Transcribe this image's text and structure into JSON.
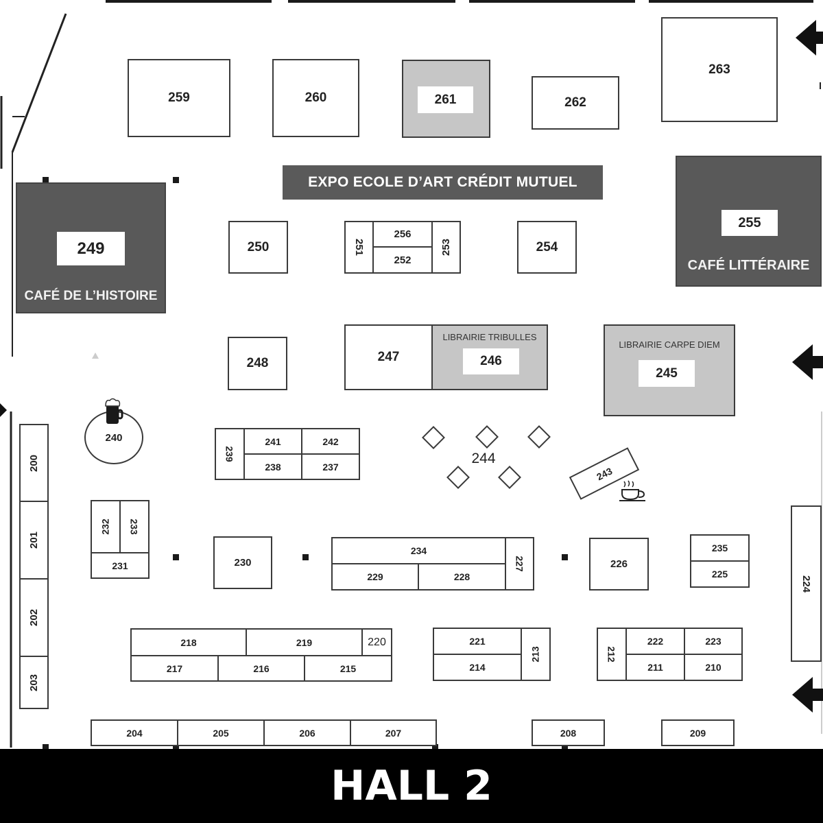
{
  "hall": {
    "title": "HALL 2"
  },
  "banner": "EXPO ECOLE D’ART CRÉDIT MUTUEL",
  "zones": {
    "cafe_histoire": "CAFÉ DE L’HISTOIRE",
    "cafe_litteraire": "CAFÉ LITTÉRAIRE",
    "librairie_tribulles": "LIBRAIRIE TRIBULLES",
    "librairie_carpe_diem": "LIBRAIRIE CARPE DIEM"
  },
  "booths": {
    "b200": "200",
    "b201": "201",
    "b202": "202",
    "b203": "203",
    "b204": "204",
    "b205": "205",
    "b206": "206",
    "b207": "207",
    "b208": "208",
    "b209": "209",
    "b210": "210",
    "b211": "211",
    "b212": "212",
    "b213": "213",
    "b214": "214",
    "b215": "215",
    "b216": "216",
    "b217": "217",
    "b218": "218",
    "b219": "219",
    "b220": "220",
    "b221": "221",
    "b222": "222",
    "b223": "223",
    "b224": "224",
    "b225": "225",
    "b226": "226",
    "b227": "227",
    "b228": "228",
    "b229": "229",
    "b230": "230",
    "b231": "231",
    "b232": "232",
    "b233": "233",
    "b234": "234",
    "b235": "235",
    "b237": "237",
    "b238": "238",
    "b239": "239",
    "b240": "240",
    "b241": "241",
    "b242": "242",
    "b243": "243",
    "b244": "244",
    "b245": "245",
    "b246": "246",
    "b247": "247",
    "b248": "248",
    "b249": "249",
    "b250": "250",
    "b251": "251",
    "b252": "252",
    "b253": "253",
    "b254": "254",
    "b255": "255",
    "b256": "256",
    "b259": "259",
    "b260": "260",
    "b261": "261",
    "b262": "262",
    "b263": "263"
  },
  "icons": {
    "entrance": "arrow-left-icon",
    "beer": "beer-mug-icon",
    "coffee": "coffee-cup-icon",
    "pillar": "pillar-square-icon"
  },
  "colors": {
    "booth_border": "#3a3a3a",
    "feature_gray": "#c6c6c6",
    "cafe_dark": "#595959",
    "footer_bg": "#000000"
  }
}
